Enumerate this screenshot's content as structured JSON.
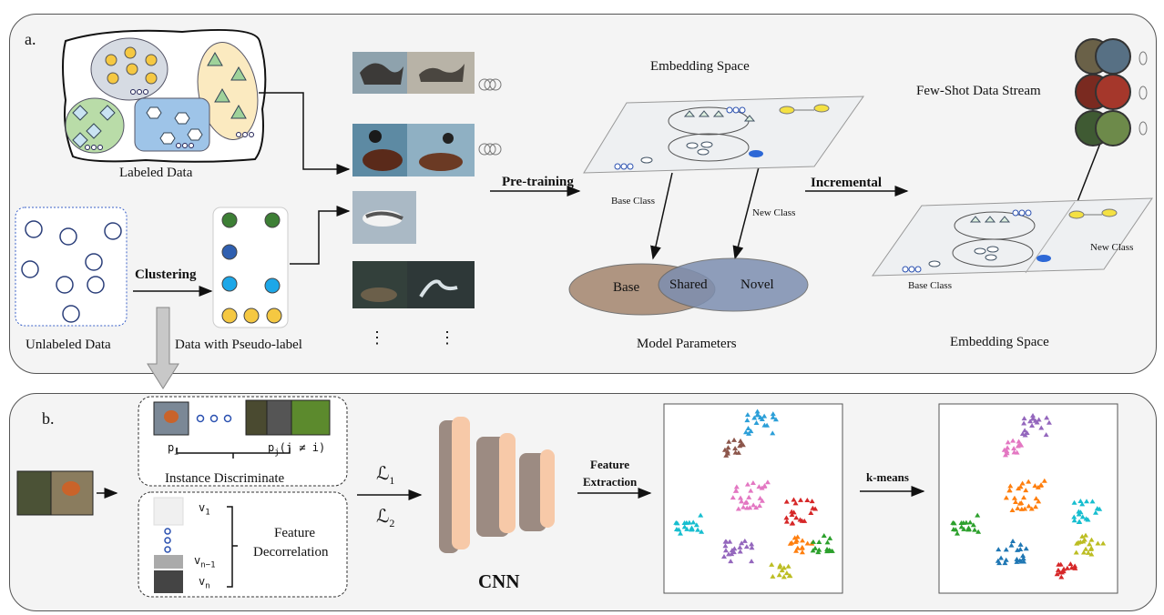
{
  "panel_a": {
    "tag": "a.",
    "labeled_data": "Labeled Data",
    "unlabeled_data": "Unlabeled Data",
    "pseudo_label": "Data with Pseudo-label",
    "clustering": "Clustering",
    "pretraining": "Pre-training",
    "incremental": "Incremental",
    "embedding_space_top": "Embedding Space",
    "embedding_space_bottom": "Embedding Space",
    "few_shot": "Few-Shot Data Stream",
    "base_class_1": "Base Class",
    "new_class_1": "New Class",
    "base_class_2": "Base Class",
    "new_class_2": "New Class",
    "venn_base": "Base",
    "venn_shared": "Shared",
    "venn_novel": "Novel",
    "model_parameters": "Model Parameters",
    "vdots_1": "⋮",
    "vdots_2": "⋮"
  },
  "panel_b": {
    "tag": "b.",
    "pi": "p",
    "pi_sub": "i",
    "pj": "p",
    "pj_sub": "j",
    "pj_cond": "(j ≠ i)",
    "instance_disc": "Instance Discriminate",
    "v1": "v",
    "v1_sub": "1",
    "vn1": "v",
    "vn1_sub": "n−1",
    "vn": "v",
    "vn_sub": "n",
    "feature_decor_1": "Feature",
    "feature_decor_2": "Decorrelation",
    "l1": "ℒ",
    "l1_sub": "1",
    "l2": "ℒ",
    "l2_sub": "2",
    "cnn": "CNN",
    "feature_extraction_1": "Feature",
    "feature_extraction_2": "Extraction",
    "kmeans": "k-means"
  },
  "colors": {
    "yellow": "#f5c842",
    "blue_group": "#9ec4e8",
    "green_group": "#b9dca8",
    "yellow_group": "#fbeac0",
    "gray_group": "#d6dbe3",
    "venn_base": "#a88b75",
    "venn_novel": "#7d8fb0",
    "cnn_front": "#f7c9a8",
    "cnn_side": "#9c8b82"
  }
}
